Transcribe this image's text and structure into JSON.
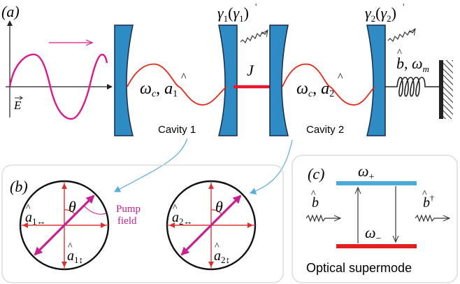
{
  "panels": {
    "a": "(a)",
    "b": "(b)",
    "c": "(c)"
  },
  "panel_a": {
    "field_symbol": "E",
    "cavity1": {
      "label": "Cavity 1",
      "omega": "ω",
      "omega_sub": "c",
      "mode": "a",
      "mode_sub": "1"
    },
    "cavity2": {
      "label": "Cavity 2",
      "omega": "ω",
      "omega_sub": "c",
      "mode": "a",
      "mode_sub": "2"
    },
    "gamma1": {
      "symbol": "γ",
      "sub": "1",
      "prime_sub": "1"
    },
    "gamma2": {
      "symbol": "γ",
      "sub": "2",
      "prime_sub": "2"
    },
    "coupling": "J",
    "mech": {
      "mode": "b",
      "omega": "ω",
      "omega_sub": "m"
    }
  },
  "panel_b": {
    "angle": "θ",
    "pump_label_line1": "Pump",
    "pump_label_line2": "field",
    "circle1": {
      "h_mode": "a",
      "h_sub": "1↔",
      "v_mode": "a",
      "v_sub": "1↕"
    },
    "circle2": {
      "h_mode": "a",
      "h_sub": "2↔",
      "v_mode": "a",
      "v_sub": "2↕"
    }
  },
  "panel_c": {
    "upper": {
      "omega": "ω",
      "sub": "+"
    },
    "lower": {
      "omega": "ω",
      "sub": "−"
    },
    "in_mode": "b",
    "out_mode": "b",
    "out_sup": "†",
    "caption": "Optical supermode"
  },
  "colors": {
    "mirror_fill": "#2f8bc4",
    "mirror_stroke": "#1a2a4a",
    "field_wave": "#d81b8c",
    "cavity_wave": "#e02a1a",
    "coupling": "#e8192c",
    "pump_arrow": "#c8208c",
    "upper_level": "#4aaad8",
    "lower_level": "#e02020",
    "connector": "#5aaedc",
    "panel_border": "#d8d8d8"
  }
}
